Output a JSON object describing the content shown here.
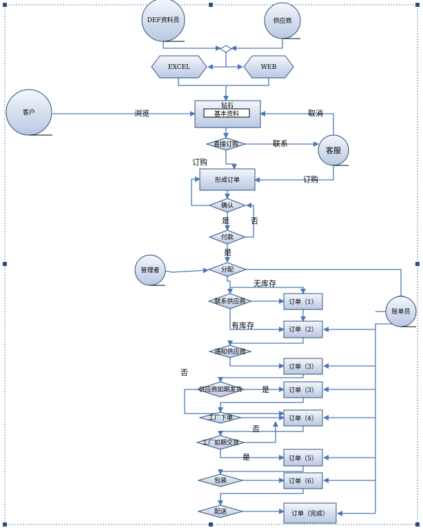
{
  "nodes": {
    "def_db": "DEF资料员",
    "supplier": "供应商",
    "excel": "EXCEL",
    "web": "WEB",
    "customer": "客户",
    "diamond_title": "钻石",
    "basic_info": "基本资料",
    "direct_order": "直接订购",
    "cs": "客服",
    "form_order": "形成订单",
    "confirm": "确认",
    "pay": "付款",
    "manager": "管理者",
    "assign": "分配",
    "accountant": "账单员",
    "contact_supplier": "联系供应商",
    "notify_supplier": "通知供应商",
    "supplier_ship": "供应商如期发货",
    "factory_order": "工厂下单",
    "factory_deliver": "工厂如期交货",
    "inspect": "包装",
    "deliver": "配送",
    "order_1": "订单（1）",
    "order_2": "订单（2）",
    "order_3a": "订单（3）",
    "order_3b": "订单（3）",
    "order_4": "订单（4）",
    "order_5": "订单（5）",
    "order_6": "订单（6）",
    "order_done": "订单（完成）"
  },
  "edge_labels": {
    "browse": "浏览",
    "cancel": "取消",
    "contact": "联系",
    "order_a": "订购",
    "order_b": "订购",
    "yes_1": "是",
    "no_1": "否",
    "yes_2": "是",
    "no_stock": "无库存",
    "in_stock": "有库存",
    "no_2": "否",
    "yes_3": "是",
    "no_3": "否",
    "yes_4": "是"
  },
  "colors": {
    "edge": "#4a78b8",
    "fill_light": "#dfe6f3",
    "fill_dark": "#aebfdc"
  }
}
